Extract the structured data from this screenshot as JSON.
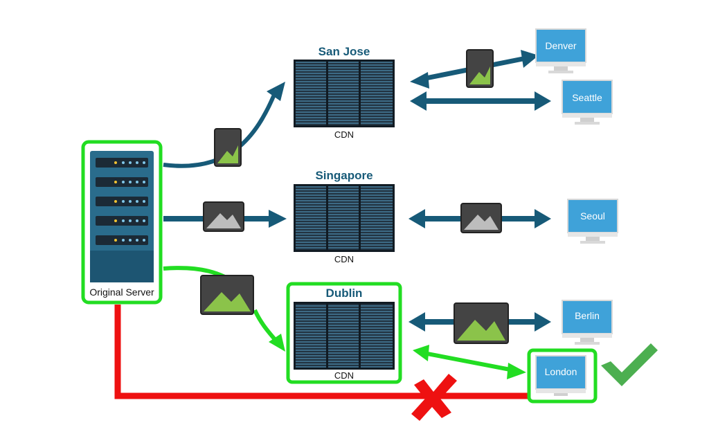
{
  "origin": {
    "label": "Original Server"
  },
  "cdns": [
    {
      "title": "San Jose",
      "label": "CDN"
    },
    {
      "title": "Singapore",
      "label": "CDN"
    },
    {
      "title": "Dublin",
      "label": "CDN"
    }
  ],
  "clients": [
    {
      "name": "Denver"
    },
    {
      "name": "Seattle"
    },
    {
      "name": "Seoul"
    },
    {
      "name": "Berlin"
    },
    {
      "name": "London"
    }
  ],
  "colors": {
    "arrow": "#175a78",
    "highlight": "#22dd22",
    "fail": "#ee1111",
    "check": "#4caf50",
    "server_body": "#2a6c8c",
    "rack": "#263847",
    "screen": "#3fa2d9"
  },
  "icons": [
    "image-icon",
    "check-icon",
    "cross-icon"
  ]
}
